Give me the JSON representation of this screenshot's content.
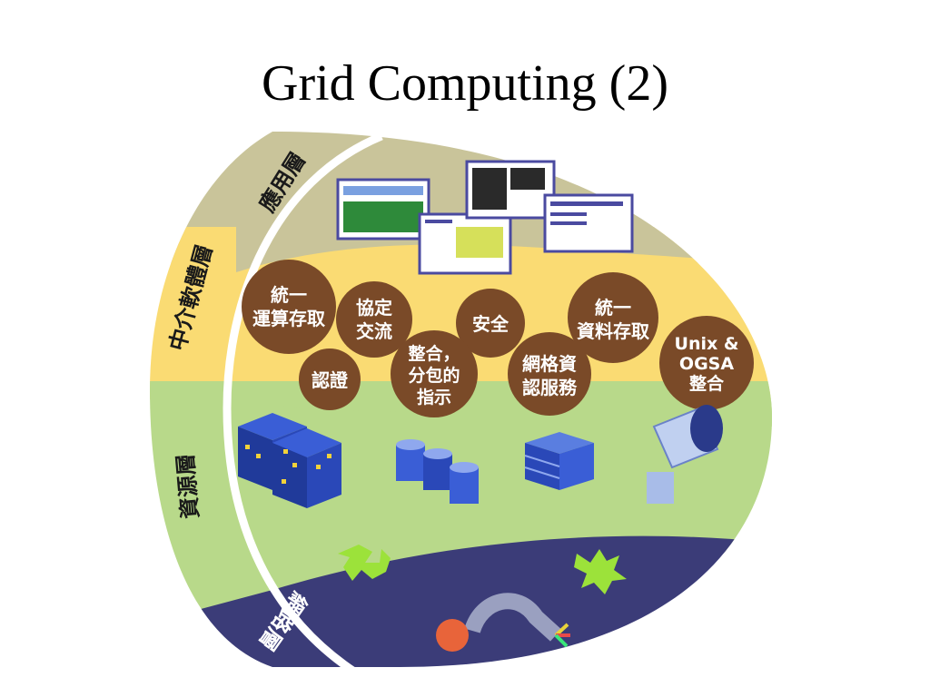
{
  "title": "Grid Computing (2)",
  "layers": {
    "application": "應用層",
    "middleware": "中介軟體層",
    "resource": "資源層",
    "network": "網路層"
  },
  "services": {
    "unified_compute_storage": [
      "統一",
      "運算存取"
    ],
    "protocol_exchange": [
      "協定",
      "交流"
    ],
    "security": [
      "安全"
    ],
    "unified_data_access": [
      "統一",
      "資料存取"
    ],
    "authentication": [
      "認證"
    ],
    "integration_packaging": [
      "整合，",
      "分包的",
      "指示"
    ],
    "grid_auth_service": [
      "網格資",
      "認服務"
    ],
    "unix_ogsa": [
      "Unix &",
      "OGSA",
      "整合"
    ]
  },
  "colors": {
    "application_band": "#c9c49a",
    "middleware_band": "#fadb73",
    "resource_band": "#b8d98a",
    "network_band": "#3b3c78",
    "service_circle": "#7a4a28",
    "divider": "#ffffff"
  },
  "icons": [
    "application-window-icon",
    "data-center-building-icon",
    "storage-cylinders-icon",
    "server-rack-icon",
    "telescope-icon",
    "network-router-icon",
    "fiber-optic-cable-icon"
  ]
}
